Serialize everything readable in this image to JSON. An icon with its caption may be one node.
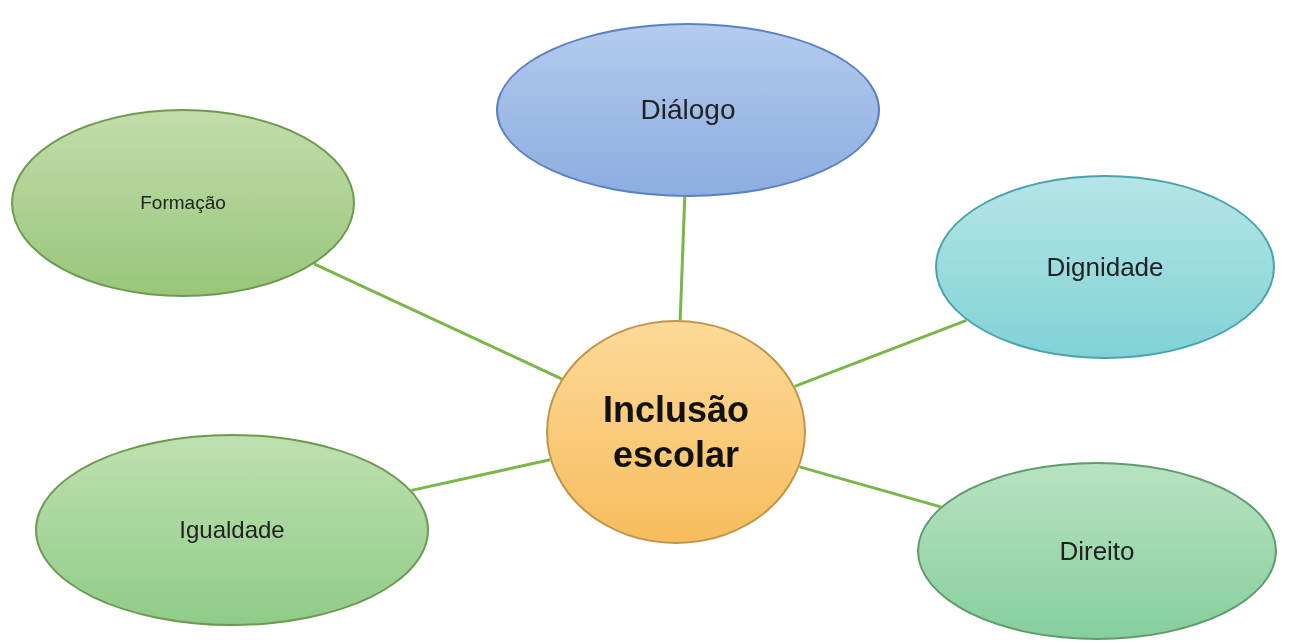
{
  "diagram": {
    "nodes": [
      {
        "text": [
          "Diálogo"
        ]
      },
      {
        "text": [
          "Formação"
        ]
      },
      {
        "text": [
          "Dignidade"
        ]
      },
      {
        "text": [
          "Inclusão escolar"
        ]
      },
      {
        "text": [
          "Igualdade"
        ]
      },
      {
        "text": [
          "Direito"
        ]
      }
    ],
    "edges": [
      {
        "from": 3,
        "to": 0,
        "arrow": "none"
      },
      {
        "from": 3,
        "to": 1,
        "arrow": "none"
      },
      {
        "from": 3,
        "to": 2,
        "arrow": "none"
      },
      {
        "from": 3,
        "to": 4,
        "arrow": "none"
      },
      {
        "from": 3,
        "to": 5,
        "arrow": "none"
      }
    ]
  }
}
